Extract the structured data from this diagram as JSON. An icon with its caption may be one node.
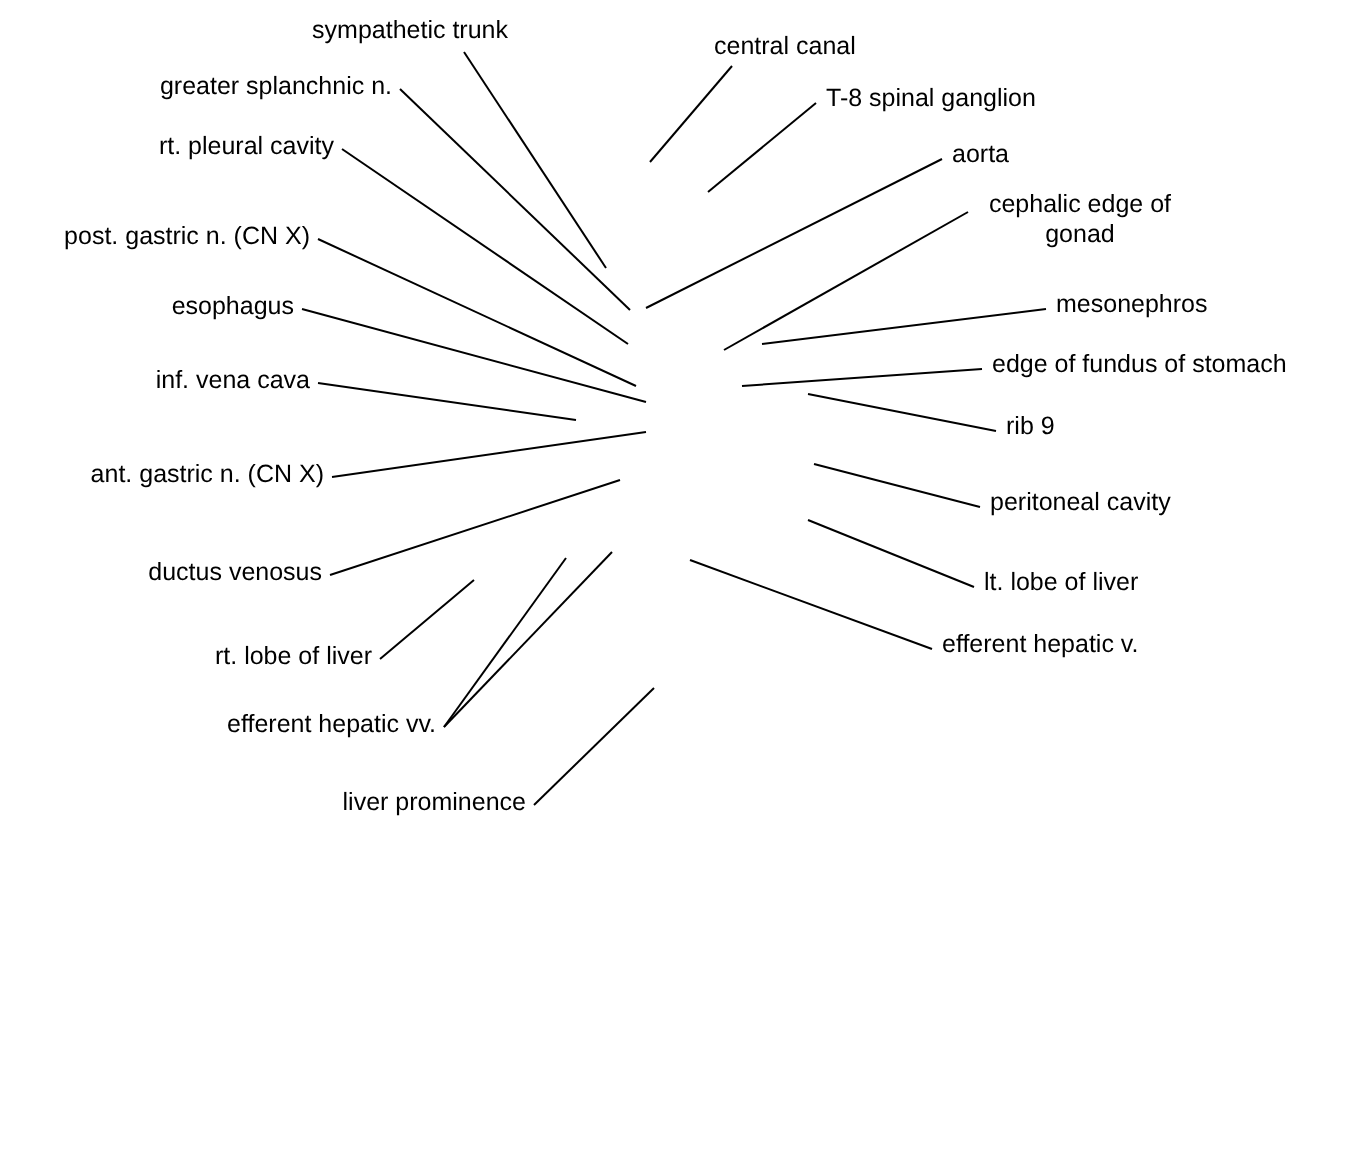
{
  "diagram": {
    "nodes": [
      {
        "text": [
          "sympathetic trunk"
        ]
      },
      {
        "text": [
          "greater splanchnic n."
        ]
      },
      {
        "text": [
          "rt. pleural cavity"
        ]
      },
      {
        "text": [
          "post. gastric n. (CN X)"
        ]
      },
      {
        "text": [
          "esophagus"
        ]
      },
      {
        "text": [
          "inf. vena cava"
        ]
      },
      {
        "text": [
          "ant. gastric n. (CN X)"
        ]
      },
      {
        "text": [
          "ductus venosus"
        ]
      },
      {
        "text": [
          "rt. lobe of liver"
        ]
      },
      {
        "text": [
          "efferent hepatic vv."
        ]
      },
      {
        "text": [
          "liver prominence"
        ]
      },
      {
        "text": [
          "central canal"
        ]
      },
      {
        "text": [
          "T-8 spinal ganglion"
        ]
      },
      {
        "text": [
          "aorta"
        ]
      },
      {
        "text": [
          "cephalic edge of gonad"
        ]
      },
      {
        "text": [
          "mesonephros"
        ]
      },
      {
        "text": [
          "edge of fundus of stomach"
        ]
      },
      {
        "text": [
          "rib 9"
        ]
      },
      {
        "text": [
          "peritoneal cavity"
        ]
      },
      {
        "text": [
          "lt. lobe of liver"
        ]
      },
      {
        "text": [
          "efferent hepatic v."
        ]
      }
    ],
    "edges": [
      {
        "from": 0,
        "to": null,
        "arrow": "none"
      },
      {
        "from": 1,
        "to": null,
        "arrow": "none"
      },
      {
        "from": 2,
        "to": null,
        "arrow": "none"
      },
      {
        "from": 3,
        "to": null,
        "arrow": "none"
      },
      {
        "from": 4,
        "to": null,
        "arrow": "none"
      },
      {
        "from": 5,
        "to": null,
        "arrow": "none"
      },
      {
        "from": 6,
        "to": null,
        "arrow": "none"
      },
      {
        "from": 7,
        "to": null,
        "arrow": "none"
      },
      {
        "from": 8,
        "to": null,
        "arrow": "none"
      },
      {
        "from": 9,
        "to": null,
        "arrow": "none"
      },
      {
        "from": 9,
        "to": null,
        "arrow": "none"
      },
      {
        "from": 10,
        "to": null,
        "arrow": "none"
      },
      {
        "from": 11,
        "to": null,
        "arrow": "none"
      },
      {
        "from": 12,
        "to": null,
        "arrow": "none"
      },
      {
        "from": 13,
        "to": null,
        "arrow": "none"
      },
      {
        "from": 14,
        "to": null,
        "arrow": "none"
      },
      {
        "from": 15,
        "to": null,
        "arrow": "none"
      },
      {
        "from": 16,
        "to": null,
        "arrow": "none"
      },
      {
        "from": 17,
        "to": null,
        "arrow": "none"
      },
      {
        "from": 18,
        "to": null,
        "arrow": "none"
      },
      {
        "from": 19,
        "to": null,
        "arrow": "none"
      },
      {
        "from": 20,
        "to": null,
        "arrow": "none"
      }
    ]
  }
}
